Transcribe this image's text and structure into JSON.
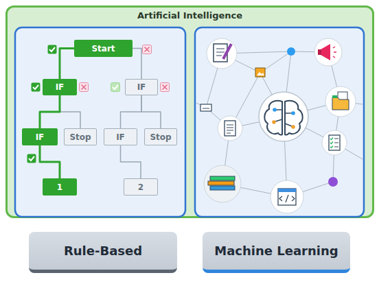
{
  "diagram": {
    "nodes": [
      {
        "text": [
          "Artificial Intelligence"
        ]
      },
      {
        "text": [
          "Start"
        ],
        "in": 0
      },
      {
        "text": [
          "IF"
        ],
        "in": 0
      },
      {
        "text": [
          "IF"
        ],
        "in": 0
      },
      {
        "text": [
          "IF"
        ],
        "in": 0
      },
      {
        "text": [
          "Stop"
        ],
        "in": 0
      },
      {
        "text": [
          "IF"
        ],
        "in": 0
      },
      {
        "text": [
          "Stop"
        ],
        "in": 0
      },
      {
        "text": [
          "1"
        ],
        "in": 0
      },
      {
        "text": [
          "2"
        ],
        "in": 0
      },
      {
        "text": [
          "Rule-Based"
        ]
      },
      {
        "text": [
          "Machine Learning"
        ]
      }
    ],
    "edges": [
      {
        "from": 1,
        "to": 2,
        "arrow": "none"
      },
      {
        "from": 1,
        "to": 3,
        "arrow": "none"
      },
      {
        "from": 2,
        "to": 4,
        "arrow": "none"
      },
      {
        "from": 2,
        "to": 5,
        "arrow": "none"
      },
      {
        "from": 3,
        "to": 6,
        "arrow": "none"
      },
      {
        "from": 3,
        "to": 7,
        "arrow": "none"
      },
      {
        "from": 4,
        "to": 8,
        "arrow": "none"
      },
      {
        "from": 6,
        "to": 9,
        "arrow": "none"
      }
    ]
  }
}
